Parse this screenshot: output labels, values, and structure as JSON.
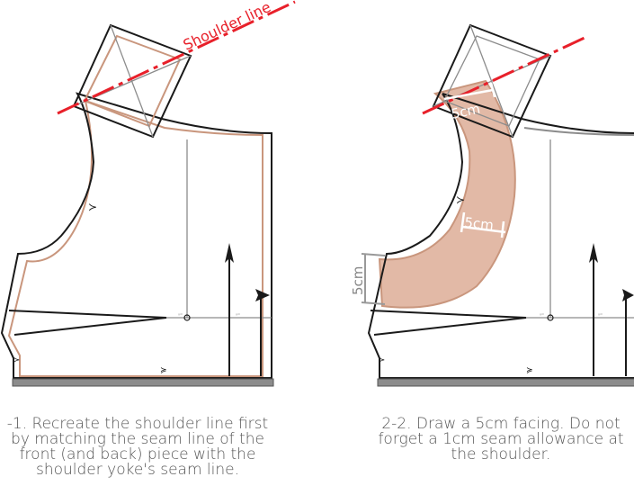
{
  "diagram": {
    "shoulder_line_label": "Shoulder line",
    "facing_label_top": "5cm",
    "facing_label_mid": "5cm",
    "facing_label_end": "5cm",
    "tiny_mark_left_a": "gdl",
    "tiny_mark_left_b": "gdl",
    "tiny_mark_right_a": "gdl",
    "tiny_mark_right_b": "gdl"
  },
  "captions": {
    "left": [
      "-1. Recreate the shoulder line first",
      "by matching the seam line of the",
      "front (and back) piece with the",
      "shoulder yoke's seam line."
    ],
    "right": [
      "2-2. Draw a 5cm facing. Do not",
      "forget a 1cm seam allowance at",
      "the shoulder."
    ]
  },
  "colors": {
    "outline": "#1a1a1a",
    "seam_allowance": "#c9967d",
    "shoulder_line": "#e8202a",
    "facing_fill": "#e2b9a6",
    "guide": "#8c8c8c",
    "hem_bar": "#8c8c8c",
    "caption_text": "#555555"
  }
}
